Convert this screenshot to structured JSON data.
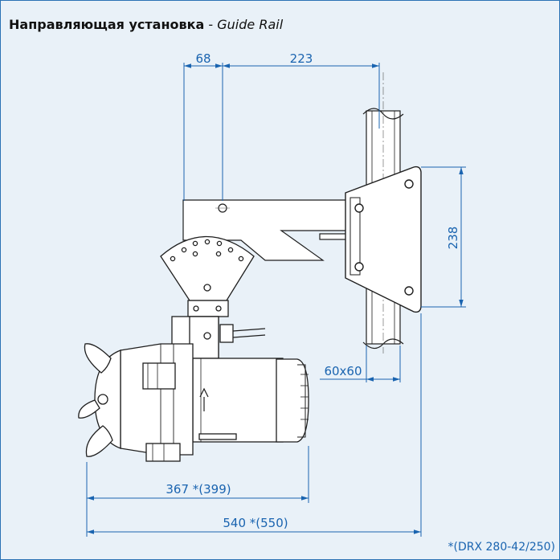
{
  "title": {
    "bold": "Направляющая установка",
    "separator": " - ",
    "italic": "Guide Rail"
  },
  "dimensions": {
    "d68": "68",
    "d223": "223",
    "d238": "238",
    "rail": "60x60",
    "d367": "367 *(399)",
    "d540": "540 *(550)"
  },
  "footnote": "*(DRX 280-42/250)",
  "colors": {
    "background": "#e9f1f8",
    "frame": "#2a72b5",
    "dimension": "#1a64b0",
    "line": "#1e1e1e"
  }
}
